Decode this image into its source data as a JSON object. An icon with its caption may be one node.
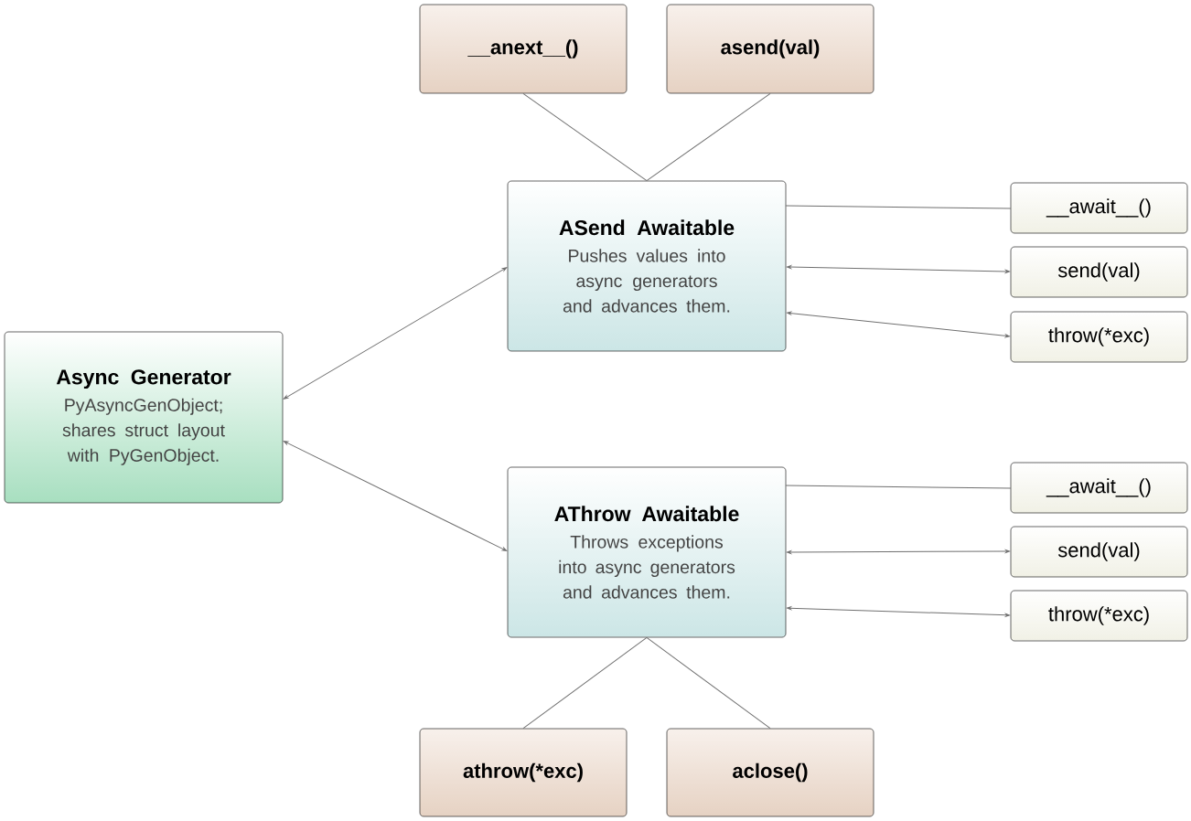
{
  "diagram": {
    "nodes": [
      {
        "text": [
          "__anext__()"
        ]
      },
      {
        "text": [
          "asend(val)"
        ]
      },
      {
        "text": [
          "Async Generator",
          "PyAsyncGenObject; shares struct layout with PyGenObject."
        ]
      },
      {
        "text": [
          "ASend Awaitable",
          "Pushes values into async generators and advances them."
        ]
      },
      {
        "text": [
          "__await__()"
        ]
      },
      {
        "text": [
          "send(val)"
        ]
      },
      {
        "text": [
          "throw(*exc)"
        ]
      },
      {
        "text": [
          "AThrow Awaitable",
          "Throws exceptions into async generators and advances them."
        ]
      },
      {
        "text": [
          "__await__()"
        ]
      },
      {
        "text": [
          "send(val)"
        ]
      },
      {
        "text": [
          "throw(*exc)"
        ]
      },
      {
        "text": [
          "athrow(*exc)"
        ]
      },
      {
        "text": [
          "aclose()"
        ]
      }
    ],
    "edges": [
      {
        "from": 0,
        "to": 3,
        "arrow": "none"
      },
      {
        "from": 1,
        "to": 3,
        "arrow": "none"
      },
      {
        "from": 2,
        "to": 3,
        "arrow": "both"
      },
      {
        "from": 2,
        "to": 7,
        "arrow": "both"
      },
      {
        "from": 3,
        "to": 4,
        "arrow": "none"
      },
      {
        "from": 3,
        "to": 5,
        "arrow": "both"
      },
      {
        "from": 3,
        "to": 6,
        "arrow": "both"
      },
      {
        "from": 7,
        "to": 8,
        "arrow": "none"
      },
      {
        "from": 7,
        "to": 9,
        "arrow": "both"
      },
      {
        "from": 7,
        "to": 10,
        "arrow": "both"
      },
      {
        "from": 7,
        "to": 11,
        "arrow": "none"
      },
      {
        "from": 7,
        "to": 12,
        "arrow": "none"
      }
    ]
  }
}
